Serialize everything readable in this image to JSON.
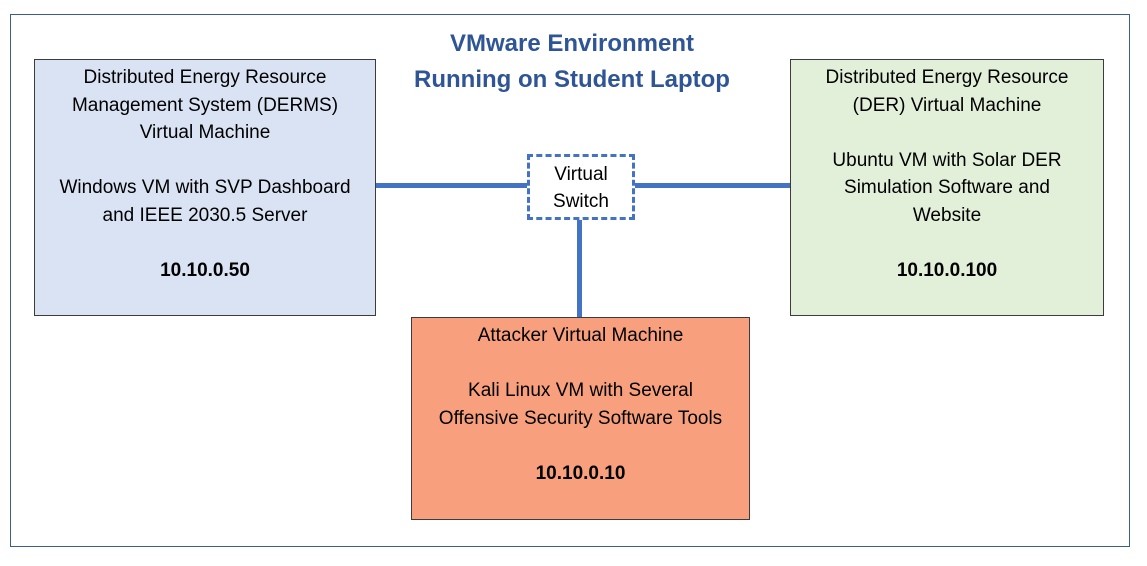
{
  "title": {
    "line1": "VMware Environment",
    "line2": "Running on Student Laptop"
  },
  "derms": {
    "heading": [
      "Distributed Energy Resource",
      "Management System (DERMS)",
      "Virtual Machine"
    ],
    "description": [
      "Windows VM with SVP Dashboard",
      "and IEEE 2030.5 Server"
    ],
    "ip": "10.10.0.50"
  },
  "der": {
    "heading": [
      "Distributed Energy Resource",
      "(DER) Virtual Machine"
    ],
    "description": [
      "Ubuntu VM with Solar DER",
      "Simulation Software and",
      "Website"
    ],
    "ip": "10.10.0.100"
  },
  "attacker": {
    "heading": [
      "Attacker Virtual Machine"
    ],
    "description": [
      "Kali Linux VM with Several",
      "Offensive Security Software Tools"
    ],
    "ip": "10.10.0.10"
  },
  "switch": {
    "label": [
      "Virtual",
      "Switch"
    ]
  },
  "colors": {
    "title": "#2f5597",
    "derms_fill": "#dae3f3",
    "der_fill": "#e2efd9",
    "attacker_fill": "#f8a07e",
    "link": "#4472c4"
  }
}
